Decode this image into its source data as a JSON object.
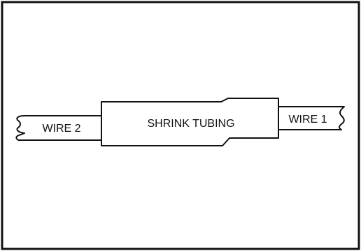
{
  "diagram": {
    "labels": {
      "wire_left": "WIRE 2",
      "tubing": "SHRINK TUBING",
      "wire_right": "WIRE 1"
    },
    "colors": {
      "line": "#111111",
      "background": "#ffffff"
    }
  }
}
